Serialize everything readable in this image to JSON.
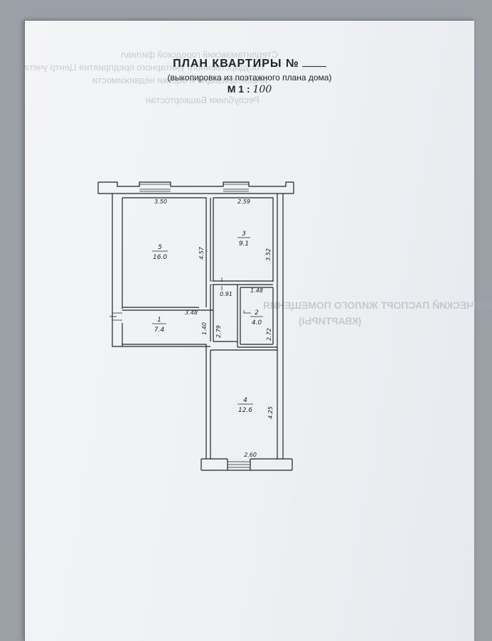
{
  "document": {
    "title": "ПЛАН КВАРТИРЫ №",
    "subtitle": "(выкопировка из поэтажного плана дома)",
    "scale_label": "М 1 :",
    "scale_value": "100"
  },
  "rooms": [
    {
      "number": "5",
      "area": "16.0"
    },
    {
      "number": "3",
      "area": "9.1"
    },
    {
      "number": "1",
      "area": "7.4"
    },
    {
      "number": "2",
      "area": "4.0"
    },
    {
      "number": "4",
      "area": "12.6"
    }
  ],
  "dimensions": {
    "room5_width": "3.50",
    "room5_height": "4.57",
    "room3_width": "2.59",
    "room3_height": "3.52",
    "hall_width": "3.48",
    "hall_height": "1.40",
    "wc_width": "1.48",
    "wc_height": "2.72",
    "closet_width": "0.91",
    "corridor_height": "2.79",
    "room4_height": "4.25",
    "room4_width": "2.60"
  },
  "bleed_through": [
    "Стерлитамакский городской филиал",
    "Государственного унитарного предприятия Центр учета,",
    "инвентаризации и оценки недвижимости",
    "Республики Башкортостан",
    "ТЕХНИЧЕСКИЙ ПАСПОРТ ЖИЛОГО ПОМЕЩЕНИЯ",
    "(КВАРТИРЫ)"
  ]
}
